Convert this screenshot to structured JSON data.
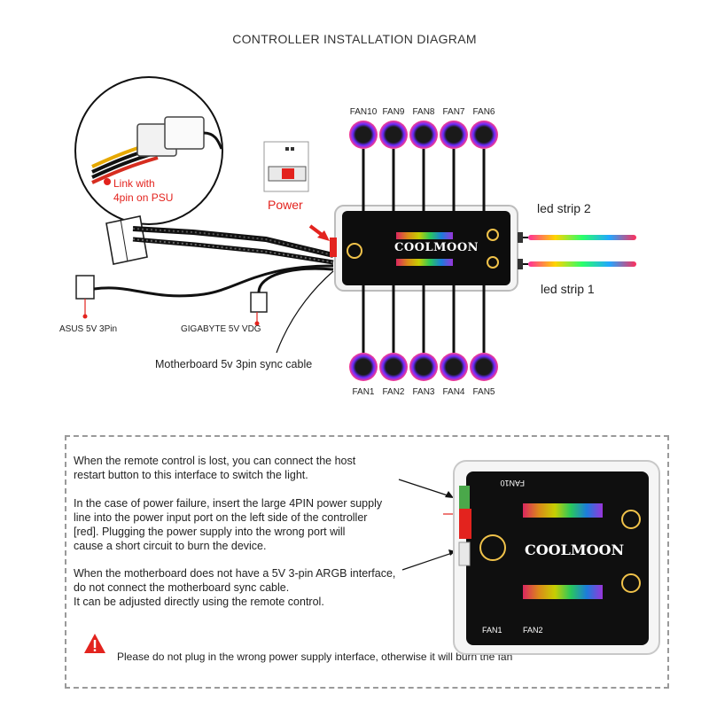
{
  "title": "CONTROLLER INSTALLATION DIAGRAM",
  "psu": {
    "label_line1": "Link with",
    "label_line2": "4pin on PSU"
  },
  "power_label": "Power",
  "brand": "COOLMOON",
  "fans_top": [
    "FAN10",
    "FAN9",
    "FAN8",
    "FAN7",
    "FAN6"
  ],
  "fans_bottom": [
    "FAN1",
    "FAN2",
    "FAN3",
    "FAN4",
    "FAN5"
  ],
  "led_strip_2": "led strip 2",
  "led_strip_1": "led strip 1",
  "asus_label": "ASUS 5V 3Pin",
  "gigabyte_label": "GIGABYTE 5V  VDG",
  "sync_cable_label": "Motherboard 5v 3pin sync cable",
  "notes": {
    "p1_line1": "When the remote control is lost, you can connect the host",
    "p1_line2": "restart button to this interface to switch the light.",
    "p2_line1": "In the case of power failure, insert the large 4PIN power supply",
    "p2_line2": "line into the power input port on the left side of the controller",
    "p2_line3": "[red]. Plugging the power supply into the wrong port will",
    "p2_line4": " cause a short circuit to burn the device.",
    "p3_line1": "When the motherboard does not have a 5V 3-pin ARGB interface,",
    "p3_line2": " do not connect the motherboard sync cable.",
    "p3_line3": "It can be adjusted directly using the remote control.",
    "warning": "Please do not plug in the wrong power supply interface, otherwise it will burn the fan"
  },
  "device_photo": {
    "brand": "COOLMOON",
    "fan_top_left": "FAN10",
    "fan_bottom_left": "FAN1",
    "fan_bottom_2": "FAN2"
  },
  "colors": {
    "red": "#e3231e",
    "accent": "#e3231e",
    "dark": "#111111"
  }
}
